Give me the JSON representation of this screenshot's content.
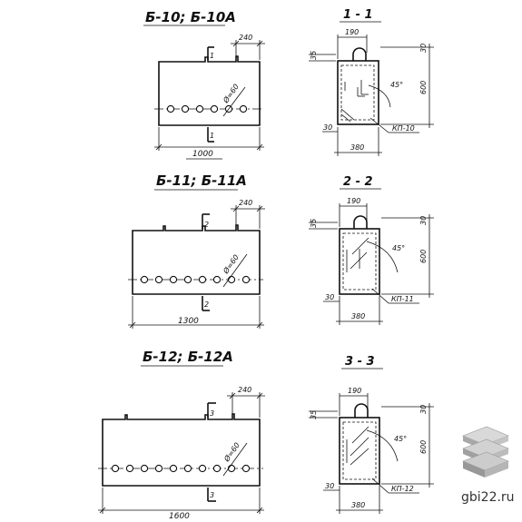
{
  "beams": [
    {
      "title": "Б-10; Б-10А",
      "length": "1000",
      "offset": "240",
      "holes_label": "Ø=60",
      "cut_mark": "1",
      "section": {
        "title": "1 - 1",
        "width_top": "190",
        "width_bottom": "380",
        "height": "600",
        "top": "30",
        "left": "35",
        "cover": "30",
        "angle": "45°",
        "frame": "КП-10"
      }
    },
    {
      "title": "Б-11; Б-11А",
      "length": "1300",
      "offset": "240",
      "holes_label": "Ø=60",
      "cut_mark": "2",
      "section": {
        "title": "2 - 2",
        "width_top": "190",
        "width_bottom": "380",
        "height": "600",
        "top": "30",
        "left": "35",
        "cover": "30",
        "angle": "45°",
        "frame": "КП-11"
      }
    },
    {
      "title": "Б-12; Б-12А",
      "length": "1600",
      "offset": "240",
      "holes_label": "Ø=60",
      "cut_mark": "3",
      "section": {
        "title": "3 - 3",
        "width_top": "190",
        "width_bottom": "380",
        "height": "600",
        "top": "30",
        "left": "35",
        "cover": "30",
        "angle": "45°",
        "frame": "КП-12"
      }
    }
  ],
  "watermark": {
    "text": "gbi22.ru",
    "logo": "stacked-slabs-logo"
  }
}
